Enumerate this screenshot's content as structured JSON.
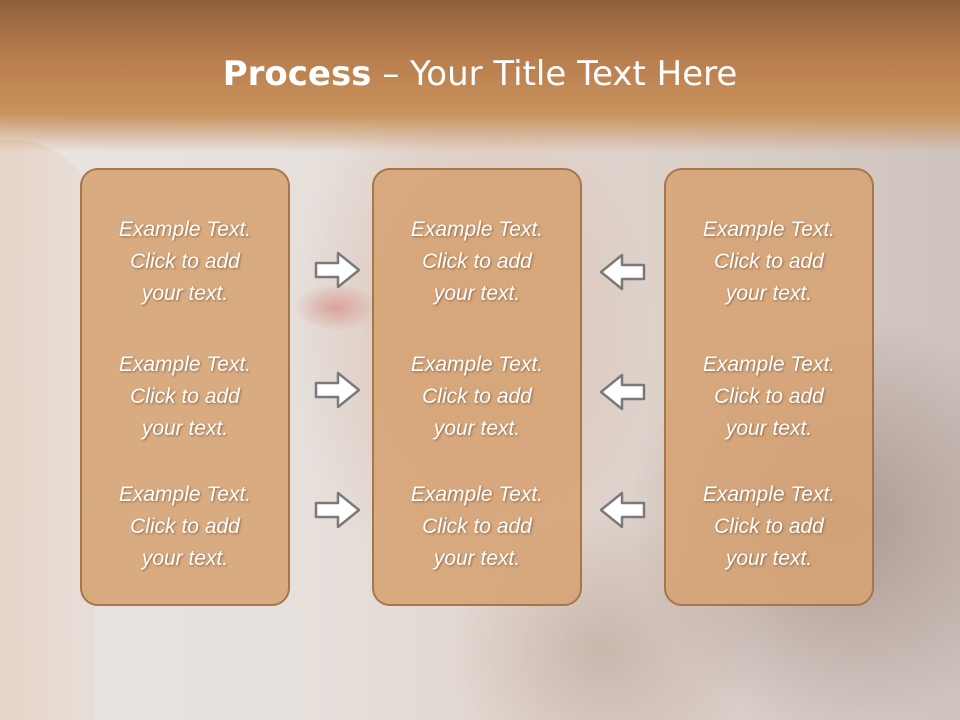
{
  "slide": {
    "title_bold": "Process",
    "title_rest": " – Your Title Text Here"
  },
  "columns": [
    {
      "items": [
        "Example Text.\nClick  to add\nyour text.",
        "Example Text.\nClick  to add\nyour text.",
        "Example Text.\nClick  to add\nyour text."
      ]
    },
    {
      "items": [
        "Example Text.\nClick  to add\nyour text.",
        "Example Text.\nClick  to add\nyour text.",
        "Example Text.\nClick  to add\nyour text."
      ]
    },
    {
      "items": [
        "Example Text.\nClick  to add\nyour text.",
        "Example Text.\nClick  to add\nyour text.",
        "Example Text.\nClick  to add\nyour text."
      ]
    }
  ],
  "arrows": {
    "left_group": [
      "arrow-right-icon",
      "arrow-right-icon",
      "arrow-right-icon"
    ],
    "right_group": [
      "arrow-left-icon",
      "arrow-left-icon",
      "arrow-left-icon"
    ]
  },
  "colors": {
    "header": "#b97f4e",
    "box_fill": "#d6a373",
    "box_border": "#a9764c",
    "text": "#ffffff"
  }
}
